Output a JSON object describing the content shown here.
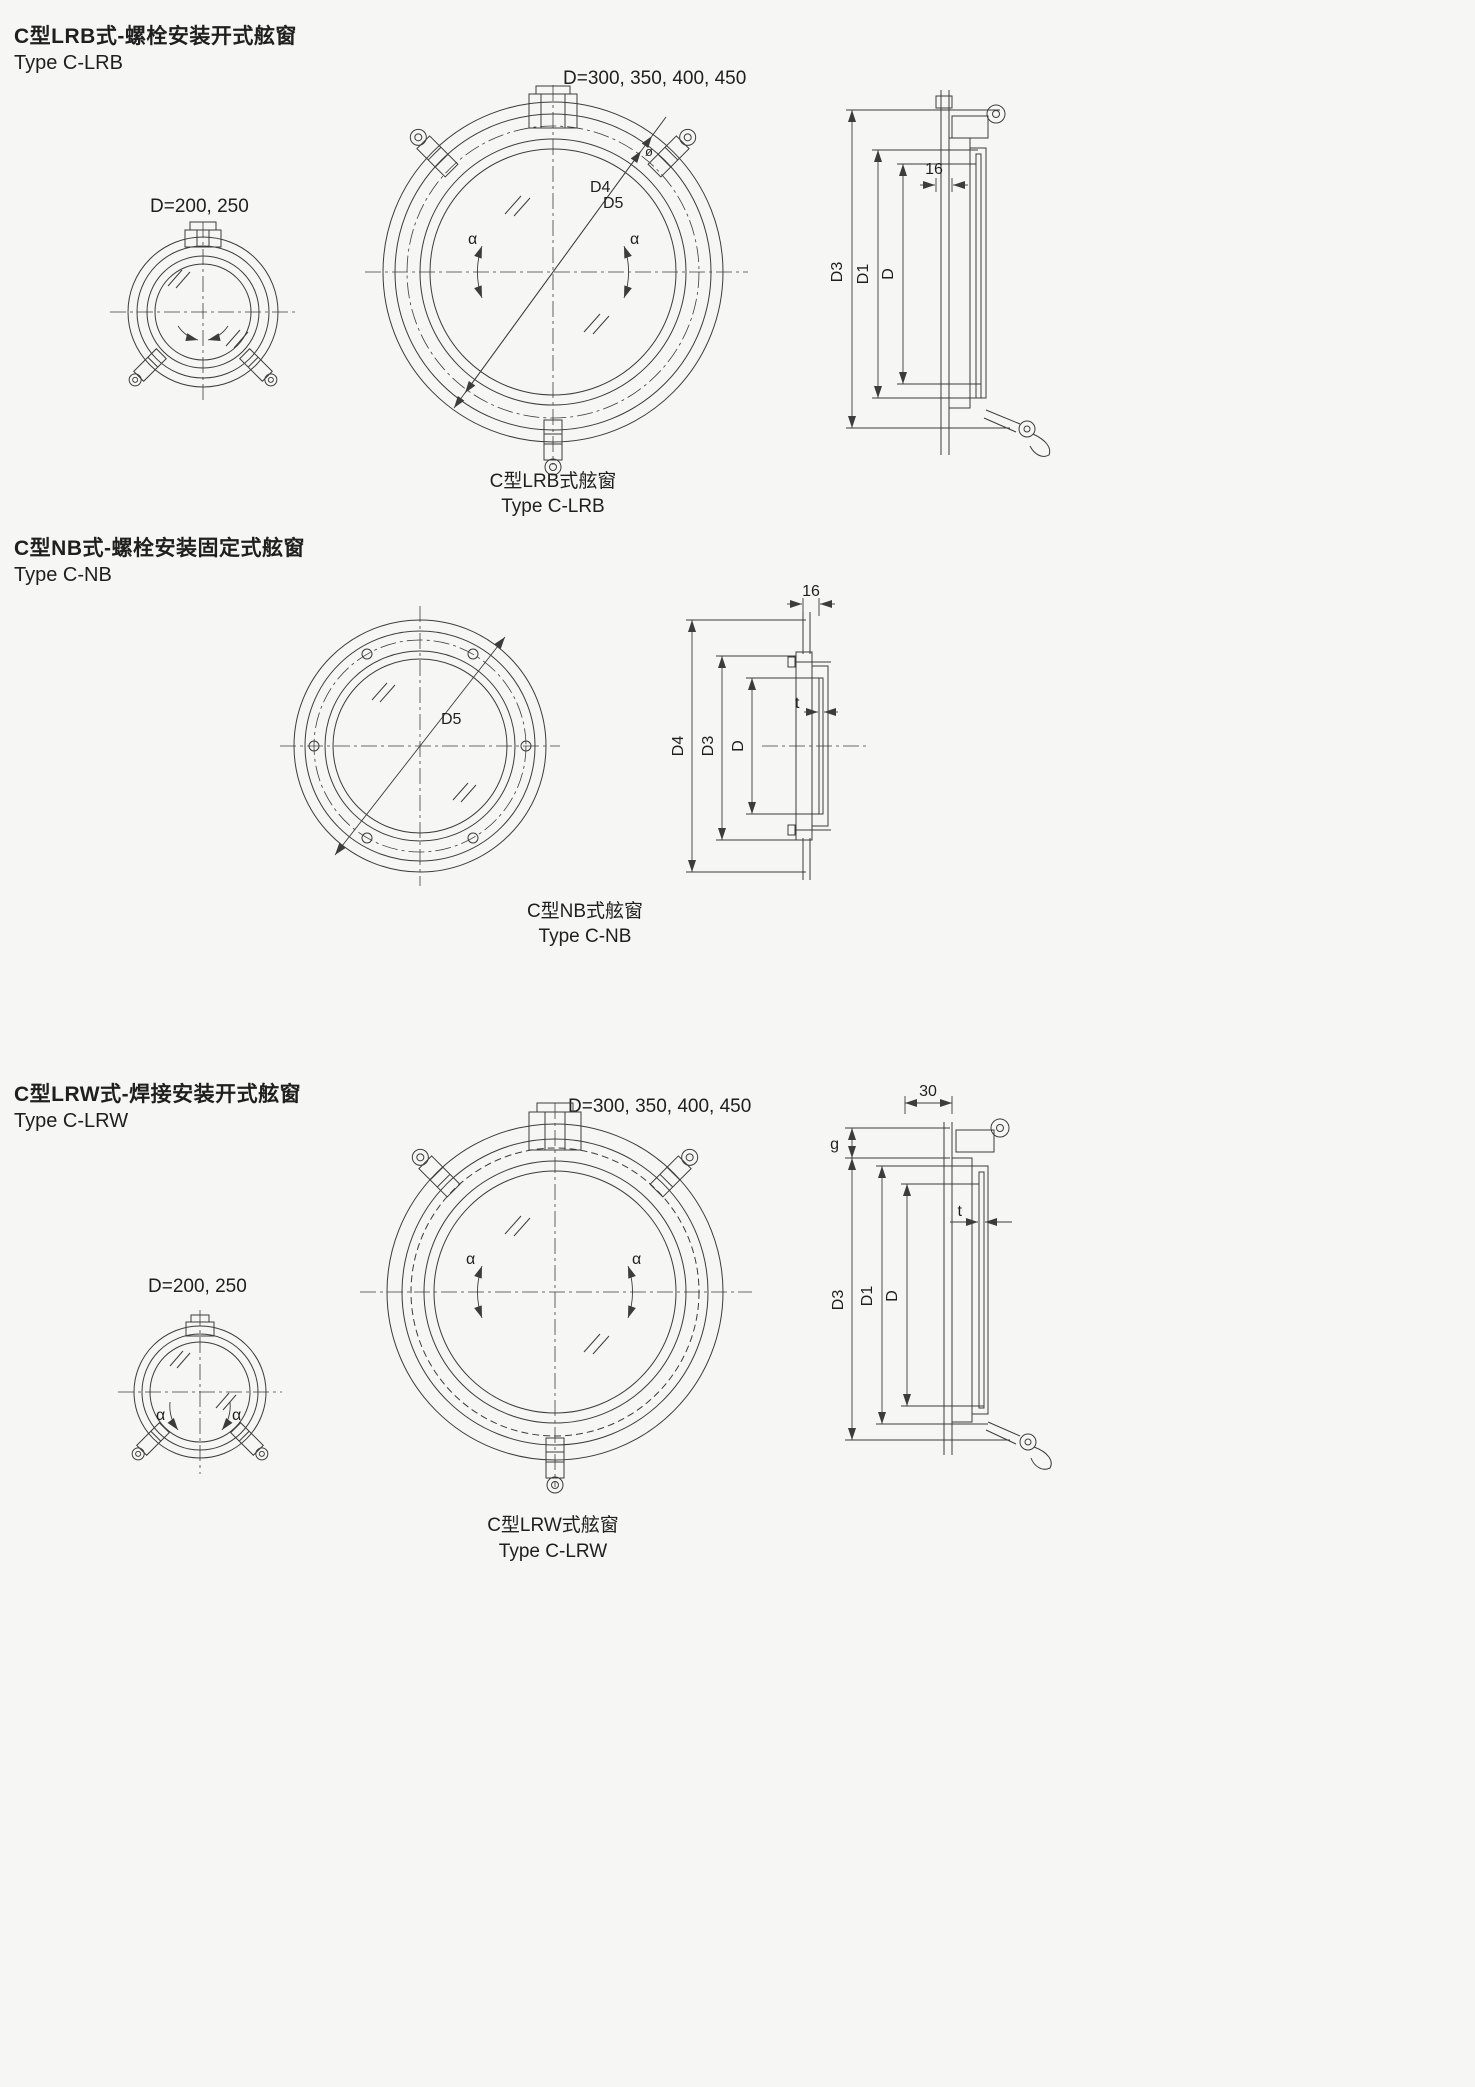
{
  "palette": {
    "background": "#f6f6f4",
    "line": "#3c3c3c",
    "text": "#1f1f1f"
  },
  "sections": {
    "lrb": {
      "title_zh": "C型LRB式-螺栓安装开式舷窗",
      "title_en": "Type C-LRB",
      "small_view_label": "D=200, 250",
      "large_view_label": "D=300, 350, 400, 450",
      "caption_zh": "C型LRB式舷窗",
      "caption_en": "Type C-LRB",
      "labels": {
        "d4": "D4",
        "d5": "D5",
        "alpha": "α",
        "phi": "ø",
        "w16": "16",
        "D3": "D3",
        "D1": "D1",
        "D": "D"
      }
    },
    "nb": {
      "title_zh": "C型NB式-螺栓安装固定式舷窗",
      "title_en": "Type C-NB",
      "caption_zh": "C型NB式舷窗",
      "caption_en": "Type C-NB",
      "labels": {
        "d5": "D5",
        "w16": "16",
        "t": "t",
        "D4": "D4",
        "D3": "D3",
        "D": "D"
      }
    },
    "lrw": {
      "title_zh": "C型LRW式-焊接安装开式舷窗",
      "title_en": "Type C-LRW",
      "small_view_label": "D=200, 250",
      "large_view_label": "D=300, 350, 400, 450",
      "caption_zh": "C型LRW式舷窗",
      "caption_en": "Type C-LRW",
      "labels": {
        "alpha": "α",
        "w30": "30",
        "t": "t",
        "g": "g",
        "D3": "D3",
        "D1": "D1",
        "D": "D"
      }
    }
  }
}
